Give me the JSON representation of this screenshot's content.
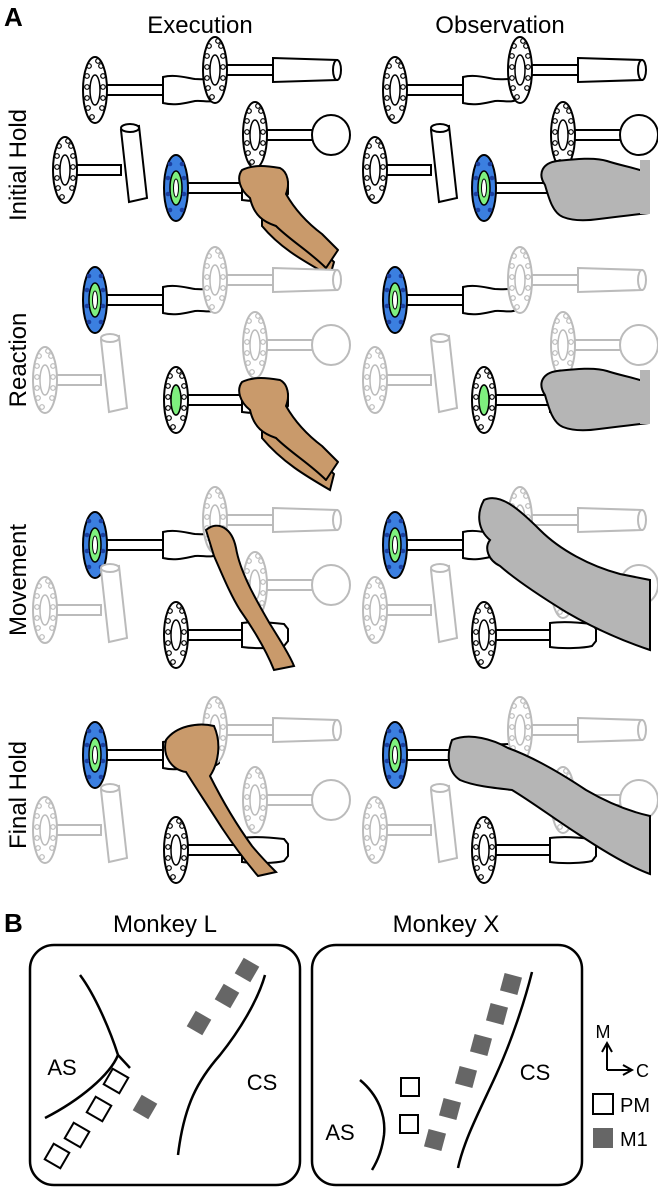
{
  "panel_a": {
    "letter": "A",
    "columns": [
      "Execution",
      "Observation"
    ],
    "rows": [
      "Initial Hold",
      "Reaction",
      "Movement",
      "Final Hold"
    ]
  },
  "panel_b": {
    "letter": "B",
    "maps": [
      {
        "title": "Monkey L",
        "sulci": [
          "AS",
          "CS"
        ]
      },
      {
        "title": "Monkey X",
        "sulci": [
          "AS",
          "CS"
        ]
      }
    ],
    "axes": {
      "medial": "M",
      "caudal": "C"
    },
    "legend": [
      {
        "label": "PM",
        "style": "open-square"
      },
      {
        "label": "M1",
        "style": "filled-square"
      }
    ]
  },
  "colors": {
    "active_ring": "#3b7fe0",
    "active_center": "#7ef07e",
    "monkey_hand": "#c99a6b",
    "human_hand": "#b5b5b5",
    "m1_marker": "#666666",
    "faded_object": "#bbbbbb"
  }
}
